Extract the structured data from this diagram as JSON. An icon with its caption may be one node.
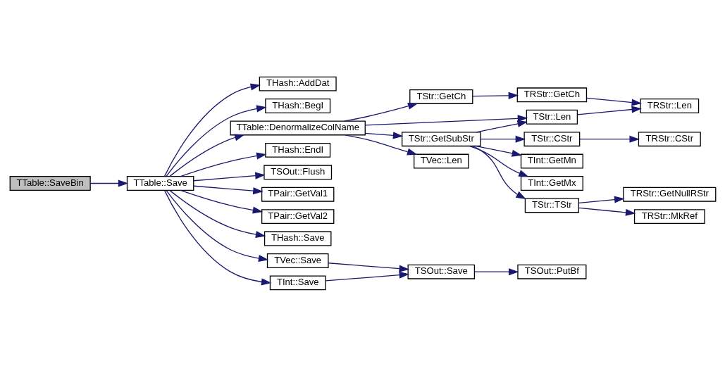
{
  "diagram": {
    "nodes": [
      {
        "text": [
          "TTable::SaveBin"
        ]
      },
      {
        "text": [
          "TTable::Save"
        ]
      },
      {
        "text": [
          "THash::AddDat"
        ]
      },
      {
        "text": [
          "THash::BegI"
        ]
      },
      {
        "text": [
          "TTable::DenormalizeColName"
        ]
      },
      {
        "text": [
          "THash::EndI"
        ]
      },
      {
        "text": [
          "TSOut::Flush"
        ]
      },
      {
        "text": [
          "TPair::GetVal1"
        ]
      },
      {
        "text": [
          "TPair::GetVal2"
        ]
      },
      {
        "text": [
          "THash::Save"
        ]
      },
      {
        "text": [
          "TVec::Save"
        ]
      },
      {
        "text": [
          "TInt::Save"
        ]
      },
      {
        "text": [
          "TStr::GetCh"
        ]
      },
      {
        "text": [
          "TStr::Len"
        ]
      },
      {
        "text": [
          "TStr::GetSubStr"
        ]
      },
      {
        "text": [
          "TVec::Len"
        ]
      },
      {
        "text": [
          "TSOut::Save"
        ]
      },
      {
        "text": [
          "TRStr::GetCh"
        ]
      },
      {
        "text": [
          "TRStr::Len"
        ]
      },
      {
        "text": [
          "TStr::CStr"
        ]
      },
      {
        "text": [
          "TInt::GetMn"
        ]
      },
      {
        "text": [
          "TInt::GetMx"
        ]
      },
      {
        "text": [
          "TStr::TStr"
        ]
      },
      {
        "text": [
          "TSOut::PutBf"
        ]
      },
      {
        "text": [
          "TRStr::CStr"
        ]
      },
      {
        "text": [
          "TRStr::GetNullRStr"
        ]
      },
      {
        "text": [
          "TRStr::MkRef"
        ]
      }
    ],
    "edges": [
      {
        "from": 0,
        "to": 1,
        "arrow": "to"
      },
      {
        "from": 1,
        "to": 2,
        "arrow": "to"
      },
      {
        "from": 1,
        "to": 3,
        "arrow": "to"
      },
      {
        "from": 1,
        "to": 4,
        "arrow": "to"
      },
      {
        "from": 1,
        "to": 5,
        "arrow": "to"
      },
      {
        "from": 1,
        "to": 6,
        "arrow": "to"
      },
      {
        "from": 1,
        "to": 7,
        "arrow": "to"
      },
      {
        "from": 1,
        "to": 8,
        "arrow": "to"
      },
      {
        "from": 1,
        "to": 9,
        "arrow": "to"
      },
      {
        "from": 1,
        "to": 10,
        "arrow": "to"
      },
      {
        "from": 1,
        "to": 11,
        "arrow": "to"
      },
      {
        "from": 4,
        "to": 12,
        "arrow": "to"
      },
      {
        "from": 4,
        "to": 13,
        "arrow": "to"
      },
      {
        "from": 4,
        "to": 14,
        "arrow": "to"
      },
      {
        "from": 4,
        "to": 15,
        "arrow": "to"
      },
      {
        "from": 12,
        "to": 17,
        "arrow": "to"
      },
      {
        "from": 17,
        "to": 18,
        "arrow": "to"
      },
      {
        "from": 13,
        "to": 18,
        "arrow": "to"
      },
      {
        "from": 14,
        "to": 13,
        "arrow": "to"
      },
      {
        "from": 14,
        "to": 19,
        "arrow": "to"
      },
      {
        "from": 14,
        "to": 20,
        "arrow": "to"
      },
      {
        "from": 14,
        "to": 21,
        "arrow": "to"
      },
      {
        "from": 14,
        "to": 22,
        "arrow": "to"
      },
      {
        "from": 19,
        "to": 24,
        "arrow": "to"
      },
      {
        "from": 22,
        "to": 25,
        "arrow": "to"
      },
      {
        "from": 22,
        "to": 26,
        "arrow": "to"
      },
      {
        "from": 10,
        "to": 16,
        "arrow": "to"
      },
      {
        "from": 11,
        "to": 16,
        "arrow": "to"
      },
      {
        "from": 16,
        "to": 23,
        "arrow": "to"
      }
    ]
  }
}
